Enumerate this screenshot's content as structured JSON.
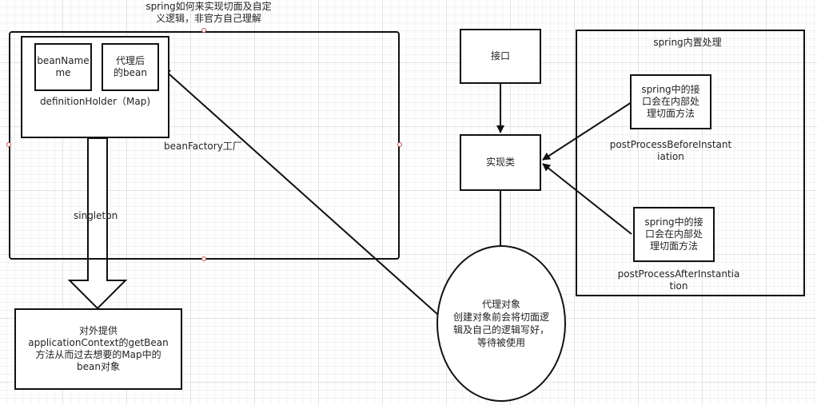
{
  "diagram": {
    "title": "spring如何来实现切面及自定义逻辑，非官方自己理解",
    "bean_factory": {
      "label": "beanFactory工厂",
      "definition_holder": {
        "label": "definitionHolder（Map)",
        "bean_name": "beanName\nme",
        "proxied_bean": "代理后\n的bean"
      }
    },
    "singleton_label": "singleton",
    "output_box": "对外提供\napplicationContext的getBean\n方法从而过去想要的Map中的\nbean对象",
    "interface_box": "接口",
    "impl_box": "实现类",
    "proxy_object": {
      "title": "代理对象",
      "body": "创建对象前会将切面逻\n辑及自己的逻辑写好，\n等待被使用"
    },
    "spring_internal": {
      "label": "spring内置处理",
      "before_box": "spring中的接\n口会在内部处\n理切面方法",
      "before_label": "postProcessBeforeInstant\niation",
      "after_box": "spring中的接\n口会在内部处\n理切面方法",
      "after_label": "postProcessAfterInstantia\ntion"
    },
    "colors": {
      "line": "#111111",
      "handle": "#c0504d",
      "grid": "#e3e3e3"
    }
  }
}
